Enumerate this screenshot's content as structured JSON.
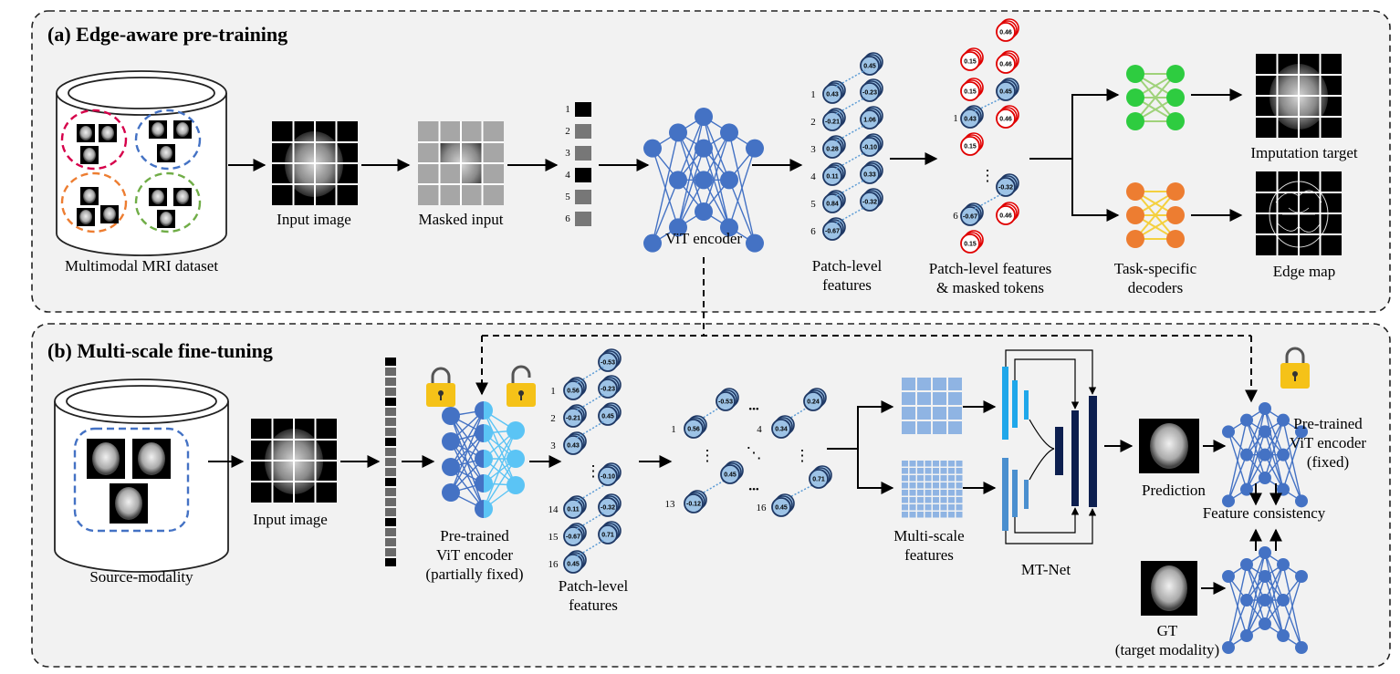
{
  "section_a": {
    "title": "(a) Edge-aware pre-training",
    "dataset_label": "Multimodal MRI dataset",
    "input_label": "Input image",
    "masked_label": "Masked input",
    "patch_numbers": [
      "1",
      "2",
      "3",
      "4",
      "5",
      "6"
    ],
    "encoder_label": "ViT encoder",
    "features_label_1": "Patch-level",
    "features_label_2": "features",
    "feature_rows": [
      {
        "n": "1",
        "left": "0.43",
        "right": "-0.23"
      },
      {
        "n": "2",
        "left": "-0.21",
        "right": "1.06"
      },
      {
        "n": "3",
        "left": "0.28",
        "right": "-0.10"
      },
      {
        "n": "4",
        "left": "0.11",
        "right": "0.33"
      },
      {
        "n": "5",
        "left": "0.84",
        "right": "-0.32"
      },
      {
        "n": "6",
        "left": "-0.67",
        "right": ""
      }
    ],
    "feature_top_value": "0.45",
    "masked_tokens_label_1": "Patch-level features",
    "masked_tokens_label_2": "& masked tokens",
    "token_values": {
      "red": [
        "0.46",
        "0.15",
        "0.46",
        "0.15",
        "0.46",
        "0.15",
        "0.46",
        "0.15"
      ],
      "blue": [
        "0.45",
        "0.43",
        "-0.32",
        "-0.67"
      ],
      "row_numbers": [
        "1",
        "6"
      ]
    },
    "ellipsis": "⋮",
    "decoders_label_1": "Task-specific",
    "decoders_label_2": "decoders",
    "imputation_label": "Imputation target",
    "edge_label": "Edge map"
  },
  "section_b": {
    "title": "(b) Multi-scale fine-tuning",
    "source_label": "Source-modality",
    "input_label": "Input image",
    "encoder_label_1": "Pre-trained",
    "encoder_label_2": "ViT encoder",
    "encoder_label_3": "(partially fixed)",
    "features_label_1": "Patch-level",
    "features_label_2": "features",
    "feature_rows": [
      {
        "n": "1",
        "left": "0.56",
        "right": "-0.23"
      },
      {
        "n": "2",
        "left": "-0.21",
        "right": "0.45"
      },
      {
        "n": "3",
        "left": "0.43",
        "right": ""
      },
      {
        "n": "14",
        "left": "0.11",
        "right": "-0.32"
      },
      {
        "n": "15",
        "left": "-0.67",
        "right": "0.71"
      },
      {
        "n": "16",
        "left": "0.45",
        "right": ""
      }
    ],
    "feature_top_value": "-0.53",
    "feature_mid_value": "-0.10",
    "grid_nodes": [
      {
        "n": "1",
        "v": "0.56"
      },
      {
        "n": "",
        "v": "-0.53"
      },
      {
        "n": "4",
        "v": "0.34"
      },
      {
        "n": "",
        "v": "0.24"
      },
      {
        "n": "",
        "v": "0.45"
      },
      {
        "n": "",
        "v": "0.71"
      },
      {
        "n": "13",
        "v": "-0.12"
      },
      {
        "n": "16",
        "v": "0.45"
      }
    ],
    "ellipsis_h": "•••",
    "multiscale_label_1": "Multi-scale",
    "multiscale_label_2": "features",
    "mtnet_label": "MT-Net",
    "prediction_label": "Prediction",
    "gt_label_1": "GT",
    "gt_label_2": "(target modality)",
    "fixed_encoder_label_1": "Pre-trained",
    "fixed_encoder_label_2": "ViT encoder",
    "fixed_encoder_label_3": "(fixed)",
    "consistency_label": "Feature consistency"
  },
  "colors": {
    "node_blue": "#4472c4",
    "node_dark": "#1f3864",
    "node_light": "#5bc4f5",
    "green": "#2ecc40",
    "orange": "#ed7d31",
    "red": "#e00000",
    "panel_bg": "#f2f2f2",
    "lock": "#f5c218"
  }
}
